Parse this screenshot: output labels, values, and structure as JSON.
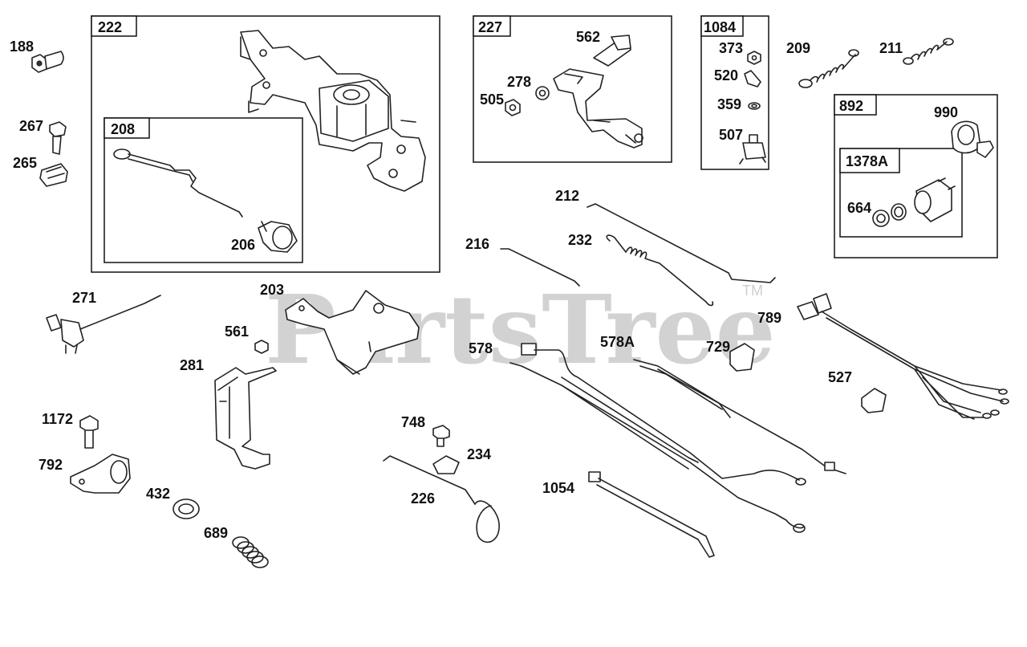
{
  "watermark": {
    "text": "PartsTree",
    "trademark": "TM"
  },
  "boxes": [
    {
      "id": "222"
    },
    {
      "id": "208"
    },
    {
      "id": "227"
    },
    {
      "id": "1084"
    },
    {
      "id": "892"
    },
    {
      "id": "1378A"
    }
  ],
  "labels": [
    "188",
    "267",
    "265",
    "206",
    "562",
    "278",
    "505",
    "373",
    "520",
    "359",
    "507",
    "209",
    "211",
    "990",
    "664",
    "212",
    "216",
    "232",
    "271",
    "203",
    "561",
    "281",
    "578",
    "578A",
    "729",
    "789",
    "527",
    "1172",
    "792",
    "748",
    "234",
    "226",
    "432",
    "689",
    "1054"
  ]
}
